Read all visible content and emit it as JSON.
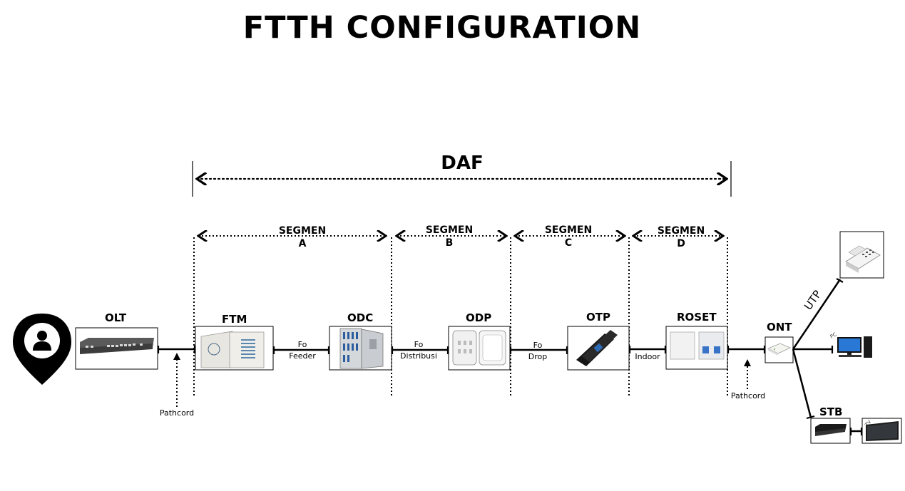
{
  "title": "FTTH CONFIGURATION",
  "daf": {
    "label": "DAF"
  },
  "segments": [
    {
      "line1": "SEGMEN",
      "line2": "A"
    },
    {
      "line1": "SEGMEN",
      "line2": "B"
    },
    {
      "line1": "SEGMEN",
      "line2": "C"
    },
    {
      "line1": "SEGMEN",
      "line2": "D"
    }
  ],
  "devices": {
    "olt": "OLT",
    "ftm": "FTM",
    "odc": "ODC",
    "odp": "ODP",
    "otp": "OTP",
    "roset": "ROSET",
    "ont": "ONT",
    "stb": "STB"
  },
  "cables": {
    "feeder_1": "Fo",
    "feeder_2": "Feeder",
    "distribusi_1": "Fo",
    "distribusi_2": "Distribusi",
    "drop_1": "Fo",
    "drop_2": "Drop",
    "indoor": "Indoor",
    "pathcord_left": "Pathcord",
    "pathcord_right": "Pathcord",
    "utp": "UTP"
  },
  "endpoint_labels": {
    "pc": "PC",
    "tv": "TV"
  },
  "icons": [
    "location-pin-icon",
    "user-icon",
    "arrow-up-icon",
    "telephone-icon",
    "pc-icon",
    "tv-icon"
  ]
}
